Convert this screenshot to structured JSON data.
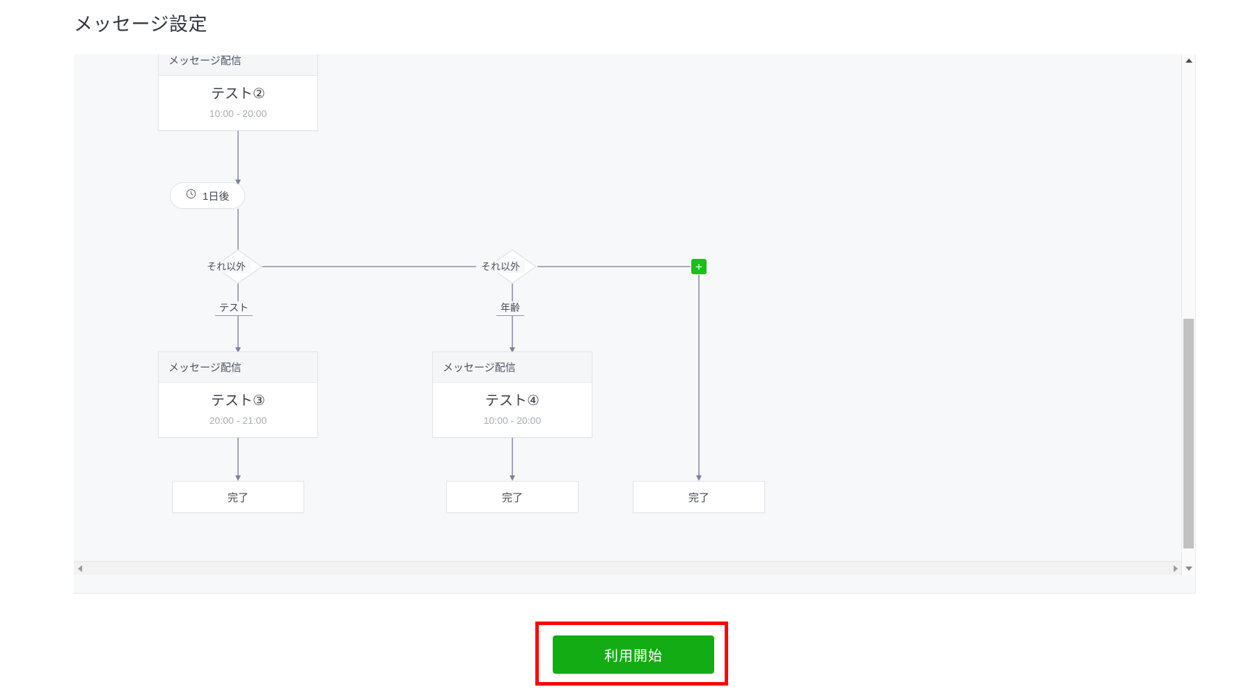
{
  "page": {
    "title": "メッセージ設定"
  },
  "flow": {
    "nodes": {
      "card_top": {
        "header": "メッセージ配信",
        "title": "テスト②",
        "time": "10:00 - 20:00"
      },
      "delay": {
        "icon": "clock-icon",
        "label": "1日後"
      },
      "card_left": {
        "header": "メッセージ配信",
        "title": "テスト③",
        "time": "20:00 - 21:00"
      },
      "card_middle": {
        "header": "メッセージ配信",
        "title": "テスト④",
        "time": "10:00 - 20:00"
      },
      "end_left": {
        "label": "完了"
      },
      "end_middle": {
        "label": "完了"
      },
      "end_right": {
        "label": "完了"
      },
      "add_button": {
        "label": "+"
      }
    },
    "edge_labels": {
      "else_1": "それ以外",
      "else_2": "それ以外",
      "branch_1": "テスト",
      "branch_2": "年齢"
    }
  },
  "scrollbars": {
    "vertical": {
      "up_icon": "triangle-up-icon",
      "down_icon": "triangle-down-icon",
      "thumb": "vertical-scroll-thumb"
    },
    "horizontal": {
      "left_icon": "triangle-left-icon",
      "right_icon": "triangle-right-icon"
    }
  },
  "footer": {
    "cta_label": "利用開始"
  },
  "colors": {
    "cta_green": "#14ac14",
    "add_green": "#18c018",
    "highlight_red": "#ff0000",
    "canvas_bg": "#f7f8fa",
    "connector": "#8b8fa8"
  }
}
